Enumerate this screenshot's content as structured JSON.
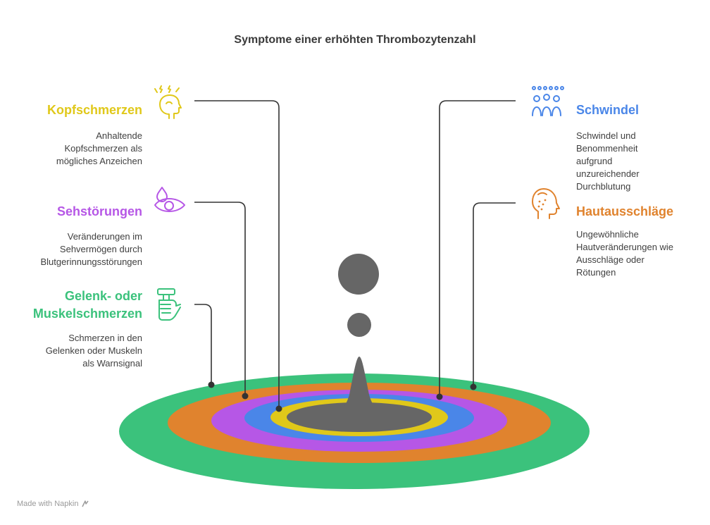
{
  "title": "Symptome einer erhöhten Thrombozytenzahl",
  "items": [
    {
      "label": "Kopfschmerzen",
      "desc": [
        "Anhaltende",
        "Kopfschmerzen als",
        "mögliches Anzeichen"
      ],
      "color": "#e0c81a",
      "icon": "head-pain-icon"
    },
    {
      "label": "Sehstörungen",
      "desc": [
        "Veränderungen im",
        "Sehvermögen durch",
        "Blutgerinnungsstörungen"
      ],
      "color": "#b657e6",
      "icon": "eye-drop-icon"
    },
    {
      "label_lines": [
        "Gelenk- oder",
        "Muskelschmerzen"
      ],
      "desc": [
        "Schmerzen in den",
        "Gelenken oder Muskeln",
        "als Warnsignal"
      ],
      "color": "#3bc27c",
      "icon": "reflex-hammer-icon"
    },
    {
      "label": "Schwindel",
      "desc": [
        "Schwindel und",
        "Benommenheit",
        "aufgrund",
        "unzureichender",
        "Durchblutung"
      ],
      "color": "#4a86e8",
      "icon": "dizzy-head-icon"
    },
    {
      "label": "Hautausschläge",
      "desc": [
        "Ungewöhnliche",
        "Hautveränderungen wie",
        "Ausschläge oder",
        "Rötungen"
      ],
      "color": "#e0832e",
      "icon": "face-rash-icon"
    }
  ],
  "ring_colors": [
    "#3bc27c",
    "#e0832e",
    "#b657e6",
    "#4a86e8",
    "#e0c81a",
    "#666666"
  ],
  "credit": "Made with Napkin"
}
